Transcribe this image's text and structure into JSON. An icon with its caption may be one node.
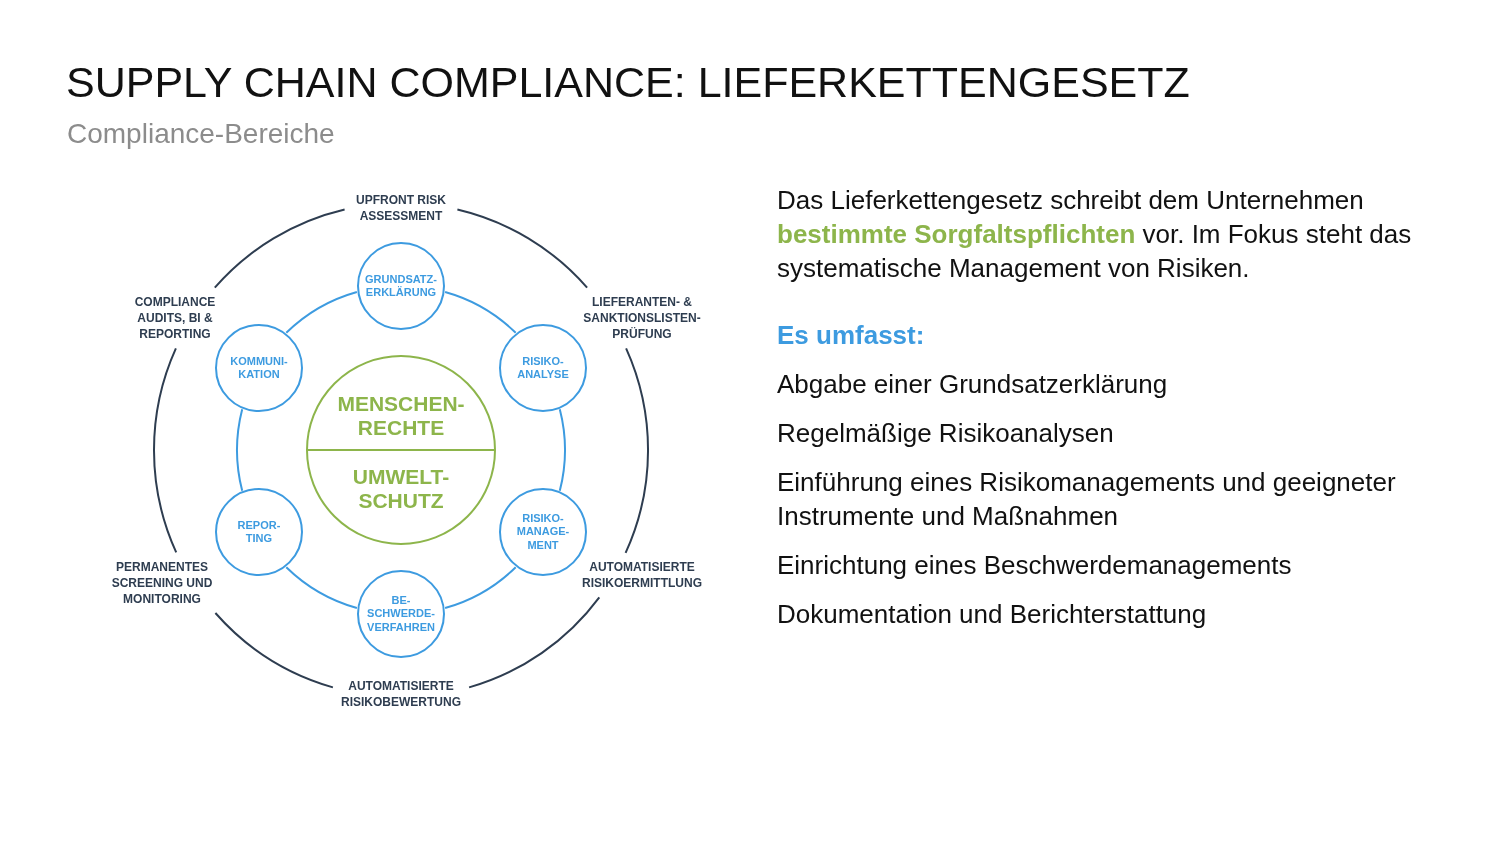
{
  "diagram": {
    "title": "SUPPLY CHAIN COMPLIANCE: LIEFERKETTENGESETZ",
    "nodes": [
      {
        "text": [
          "MENSCHEN- RECHTE",
          "UMWELT- SCHUTZ"
        ]
      },
      {
        "text": [
          "GRUNDSATZ- ERKLÄRUNG"
        ]
      },
      {
        "text": [
          "RISIKO- ANALYSE"
        ]
      },
      {
        "text": [
          "RISIKO- MANAGE- MENT"
        ]
      },
      {
        "text": [
          "BE- SCHWERDE- VERFAHREN"
        ]
      },
      {
        "text": [
          "REPOR- TING"
        ]
      },
      {
        "text": [
          "KOMMUNI- KATION"
        ]
      },
      {
        "text": [
          "UPFRONT RISK ASSESSMENT"
        ]
      },
      {
        "text": [
          "LIEFERANTEN- & SANKTIONSLISTEN- PRÜFUNG"
        ]
      },
      {
        "text": [
          "AUTOMATISIERTE RISIKOERMITTLUNG"
        ]
      },
      {
        "text": [
          "AUTOMATISIERTE RISIKOBEWERTUNG"
        ]
      },
      {
        "text": [
          "PERMANENTES SCREENING UND MONITORING"
        ]
      },
      {
        "text": [
          "COMPLIANCE AUDITS, BI & REPORTING"
        ]
      }
    ],
    "edges": [
      {
        "from": 1,
        "to": 2,
        "arrow": "none"
      },
      {
        "from": 2,
        "to": 3,
        "arrow": "none"
      },
      {
        "from": 3,
        "to": 4,
        "arrow": "none"
      },
      {
        "from": 4,
        "to": 5,
        "arrow": "none"
      },
      {
        "from": 5,
        "to": 6,
        "arrow": "none"
      },
      {
        "from": 6,
        "to": 1,
        "arrow": "none"
      },
      {
        "from": 7,
        "to": 8,
        "arrow": "none",
        "color": "#2e3d50"
      },
      {
        "from": 8,
        "to": 9,
        "arrow": "none",
        "color": "#2e3d50"
      },
      {
        "from": 9,
        "to": 10,
        "arrow": "none",
        "color": "#2e3d50"
      },
      {
        "from": 10,
        "to": 11,
        "arrow": "none",
        "color": "#2e3d50"
      },
      {
        "from": 11,
        "to": 12,
        "arrow": "none",
        "color": "#2e3d50"
      },
      {
        "from": 12,
        "to": 7,
        "arrow": "none",
        "color": "#2e3d50"
      }
    ],
    "labels": [
      "Compliance-Bereiche",
      "Das Lieferkettengesetz schreibt dem Unternehmen **bestimmte Sorgfaltspflichten** vor. Im Fokus steht das systematische Management von Risiken.",
      "Es umfasst:",
      "Abgabe einer Grundsatzerklärung",
      "Regelmäßige Risikoanalysen",
      "Einführung eines Risikomanagements und geeigneter Instrumente und Maßnahmen",
      "Einrichtung eines Beschwerdemanagements",
      "Dokumentation und Berichterstattung"
    ]
  }
}
